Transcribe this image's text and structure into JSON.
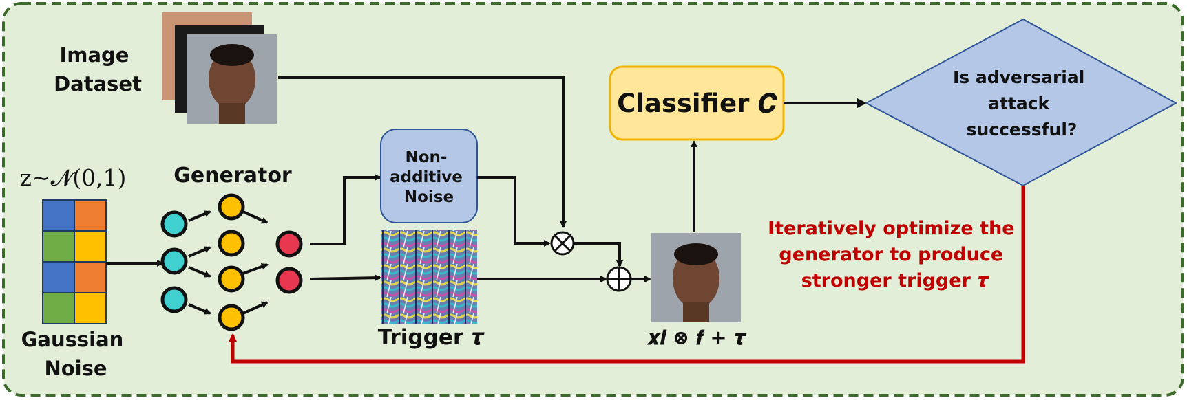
{
  "image_dataset": {
    "line1": "Image",
    "line2": "Dataset"
  },
  "noise_formula": "z~𝓝(0,1)",
  "gaussian_noise": {
    "line1": "Gaussian",
    "line2": "Noise"
  },
  "generator_label": "Generator",
  "non_additive": {
    "line1": "Non-",
    "line2": "additive",
    "line3": "Noise"
  },
  "trigger_label": "Trigger 𝝉",
  "output_formula": "𝒙𝒊 ⊗ 𝒇 + 𝝉",
  "classifier_label": "Classifier 𝑪",
  "decision": {
    "line1": "Is adversarial",
    "line2": "attack",
    "line3": "successful?"
  },
  "feedback": {
    "line1": "Iteratively optimize the",
    "line2": "generator to produce",
    "line3": "stronger trigger 𝝉"
  },
  "multiply_symbol": "⊗",
  "add_symbol": "⊕",
  "colors": {
    "background": "#e2eed8",
    "border": "#3b6a2a",
    "box_blue": "#b4c7e7",
    "box_blue_border": "#2f5597",
    "classifier_fill": "#ffe699",
    "classifier_border": "#f0b400",
    "diamond_fill": "#b4c7e7",
    "diamond_border": "#2f5597",
    "feedback_red": "#c00000",
    "node_cyan": "#40d0d0",
    "node_yellow": "#ffc000",
    "node_red": "#e8384f",
    "grid_blue": "#4472c4",
    "grid_orange": "#ed7d31",
    "grid_green": "#70ad47",
    "grid_yellow": "#ffc000"
  }
}
